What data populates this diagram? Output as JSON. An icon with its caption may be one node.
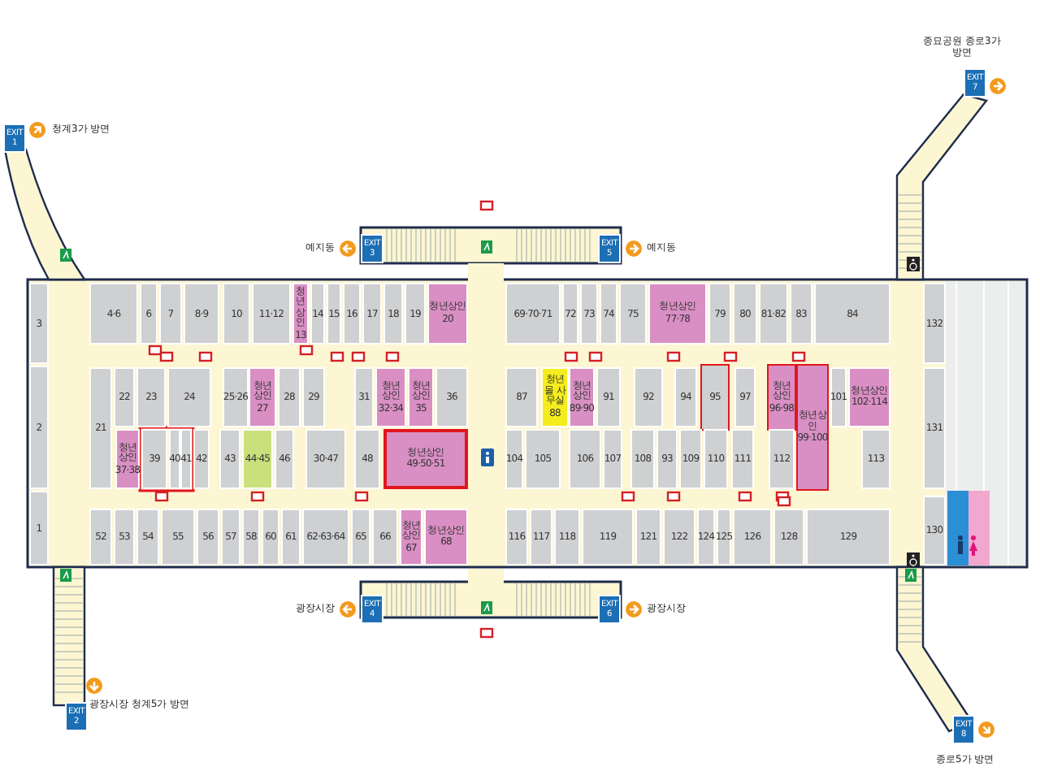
{
  "diagram": {
    "nodes": [
      {
        "text": [
          "EXIT 7"
        ],
        "beside": [
          "종묘공원 종로3가 방면"
        ]
      },
      {
        "text": [
          "EXIT 1"
        ],
        "beside": [
          "청계3가 방면"
        ]
      },
      {
        "text": [
          "EXIT 3"
        ],
        "beside": [
          "예지동"
        ]
      },
      {
        "text": [
          "EXIT 5"
        ],
        "beside": [
          "예지동"
        ]
      },
      {
        "text": [
          "3"
        ]
      },
      {
        "text": [
          "4·6"
        ]
      },
      {
        "text": [
          "6"
        ]
      },
      {
        "text": [
          "7"
        ]
      },
      {
        "text": [
          "8·9"
        ]
      },
      {
        "text": [
          "10"
        ]
      },
      {
        "text": [
          "11·12"
        ]
      },
      {
        "text": [
          "청년상인",
          "13"
        ]
      },
      {
        "text": [
          "14"
        ]
      },
      {
        "text": [
          "15"
        ]
      },
      {
        "text": [
          "16"
        ]
      },
      {
        "text": [
          "17"
        ]
      },
      {
        "text": [
          "18"
        ]
      },
      {
        "text": [
          "19"
        ]
      },
      {
        "text": [
          "청년상인",
          "20"
        ]
      },
      {
        "text": [
          "69·70·71"
        ]
      },
      {
        "text": [
          "72"
        ]
      },
      {
        "text": [
          "73"
        ]
      },
      {
        "text": [
          "74"
        ]
      },
      {
        "text": [
          "75"
        ]
      },
      {
        "text": [
          "청년상인",
          "77·78"
        ]
      },
      {
        "text": [
          "79"
        ]
      },
      {
        "text": [
          "80"
        ]
      },
      {
        "text": [
          "81·82"
        ]
      },
      {
        "text": [
          "83"
        ]
      },
      {
        "text": [
          "84"
        ]
      },
      {
        "text": [
          "132"
        ]
      },
      {
        "text": [
          "2"
        ]
      },
      {
        "text": [
          "21"
        ]
      },
      {
        "text": [
          "22"
        ]
      },
      {
        "text": [
          "23"
        ]
      },
      {
        "text": [
          "24"
        ]
      },
      {
        "text": [
          "25·26"
        ]
      },
      {
        "text": [
          "청년상인",
          "27"
        ]
      },
      {
        "text": [
          "28"
        ]
      },
      {
        "text": [
          "29"
        ]
      },
      {
        "text": [
          "31"
        ]
      },
      {
        "text": [
          "청년상인",
          "32·34"
        ]
      },
      {
        "text": [
          "청년상인",
          "35"
        ]
      },
      {
        "text": [
          "36"
        ]
      },
      {
        "text": [
          "87"
        ]
      },
      {
        "text": [
          "청년몰 사무실",
          "88"
        ]
      },
      {
        "text": [
          "청년상인",
          "89·90"
        ]
      },
      {
        "text": [
          "91"
        ]
      },
      {
        "text": [
          "92"
        ]
      },
      {
        "text": [
          "94"
        ]
      },
      {
        "text": [
          "95"
        ]
      },
      {
        "text": [
          "97"
        ]
      },
      {
        "text": [
          "청년상인",
          "96·98"
        ]
      },
      {
        "text": [
          "청년상인",
          "99·100"
        ]
      },
      {
        "text": [
          "101"
        ]
      },
      {
        "text": [
          "청년상인",
          "102·114"
        ]
      },
      {
        "text": [
          "131"
        ]
      },
      {
        "text": [
          "청년상인",
          "37·38"
        ]
      },
      {
        "text": [
          "39"
        ]
      },
      {
        "text": [
          "40"
        ]
      },
      {
        "text": [
          "41"
        ]
      },
      {
        "text": [
          "42"
        ]
      },
      {
        "text": [
          "43"
        ]
      },
      {
        "text": [
          "44·45"
        ]
      },
      {
        "text": [
          "46"
        ]
      },
      {
        "text": [
          "30·47"
        ]
      },
      {
        "text": [
          "48"
        ]
      },
      {
        "text": [
          "청년상인",
          "49·50·51"
        ]
      },
      {
        "text": [
          "104"
        ]
      },
      {
        "text": [
          "105"
        ]
      },
      {
        "text": [
          "106"
        ]
      },
      {
        "text": [
          "107"
        ]
      },
      {
        "text": [
          "108"
        ]
      },
      {
        "text": [
          "93"
        ]
      },
      {
        "text": [
          "109"
        ]
      },
      {
        "text": [
          "110"
        ]
      },
      {
        "text": [
          "111"
        ]
      },
      {
        "text": [
          "112"
        ]
      },
      {
        "text": [
          "113"
        ]
      },
      {
        "text": [
          "1"
        ]
      },
      {
        "text": [
          "52"
        ]
      },
      {
        "text": [
          "53"
        ]
      },
      {
        "text": [
          "54"
        ]
      },
      {
        "text": [
          "55"
        ]
      },
      {
        "text": [
          "56"
        ]
      },
      {
        "text": [
          "57"
        ]
      },
      {
        "text": [
          "58"
        ]
      },
      {
        "text": [
          "60"
        ]
      },
      {
        "text": [
          "61"
        ]
      },
      {
        "text": [
          "62·63·64"
        ]
      },
      {
        "text": [
          "65"
        ]
      },
      {
        "text": [
          "66"
        ]
      },
      {
        "text": [
          "청년상인",
          "67"
        ]
      },
      {
        "text": [
          "청년상인",
          "68"
        ]
      },
      {
        "text": [
          "116"
        ]
      },
      {
        "text": [
          "117"
        ]
      },
      {
        "text": [
          "118"
        ]
      },
      {
        "text": [
          "119"
        ]
      },
      {
        "text": [
          "121"
        ]
      },
      {
        "text": [
          "122"
        ]
      },
      {
        "text": [
          "124"
        ]
      },
      {
        "text": [
          "125"
        ]
      },
      {
        "text": [
          "126"
        ]
      },
      {
        "text": [
          "128"
        ]
      },
      {
        "text": [
          "129"
        ]
      },
      {
        "text": [
          "130"
        ]
      },
      {
        "text": [
          "EXIT 4"
        ],
        "beside": [
          "광장시장"
        ]
      },
      {
        "text": [
          "EXIT 6"
        ],
        "beside": [
          "광장시장"
        ]
      },
      {
        "text": [
          "EXIT 2"
        ],
        "beside": [
          "광장시장 청계5가 방면"
        ]
      },
      {
        "text": [
          "EXIT 8"
        ],
        "beside": [
          "종로5가 방면"
        ]
      }
    ]
  }
}
